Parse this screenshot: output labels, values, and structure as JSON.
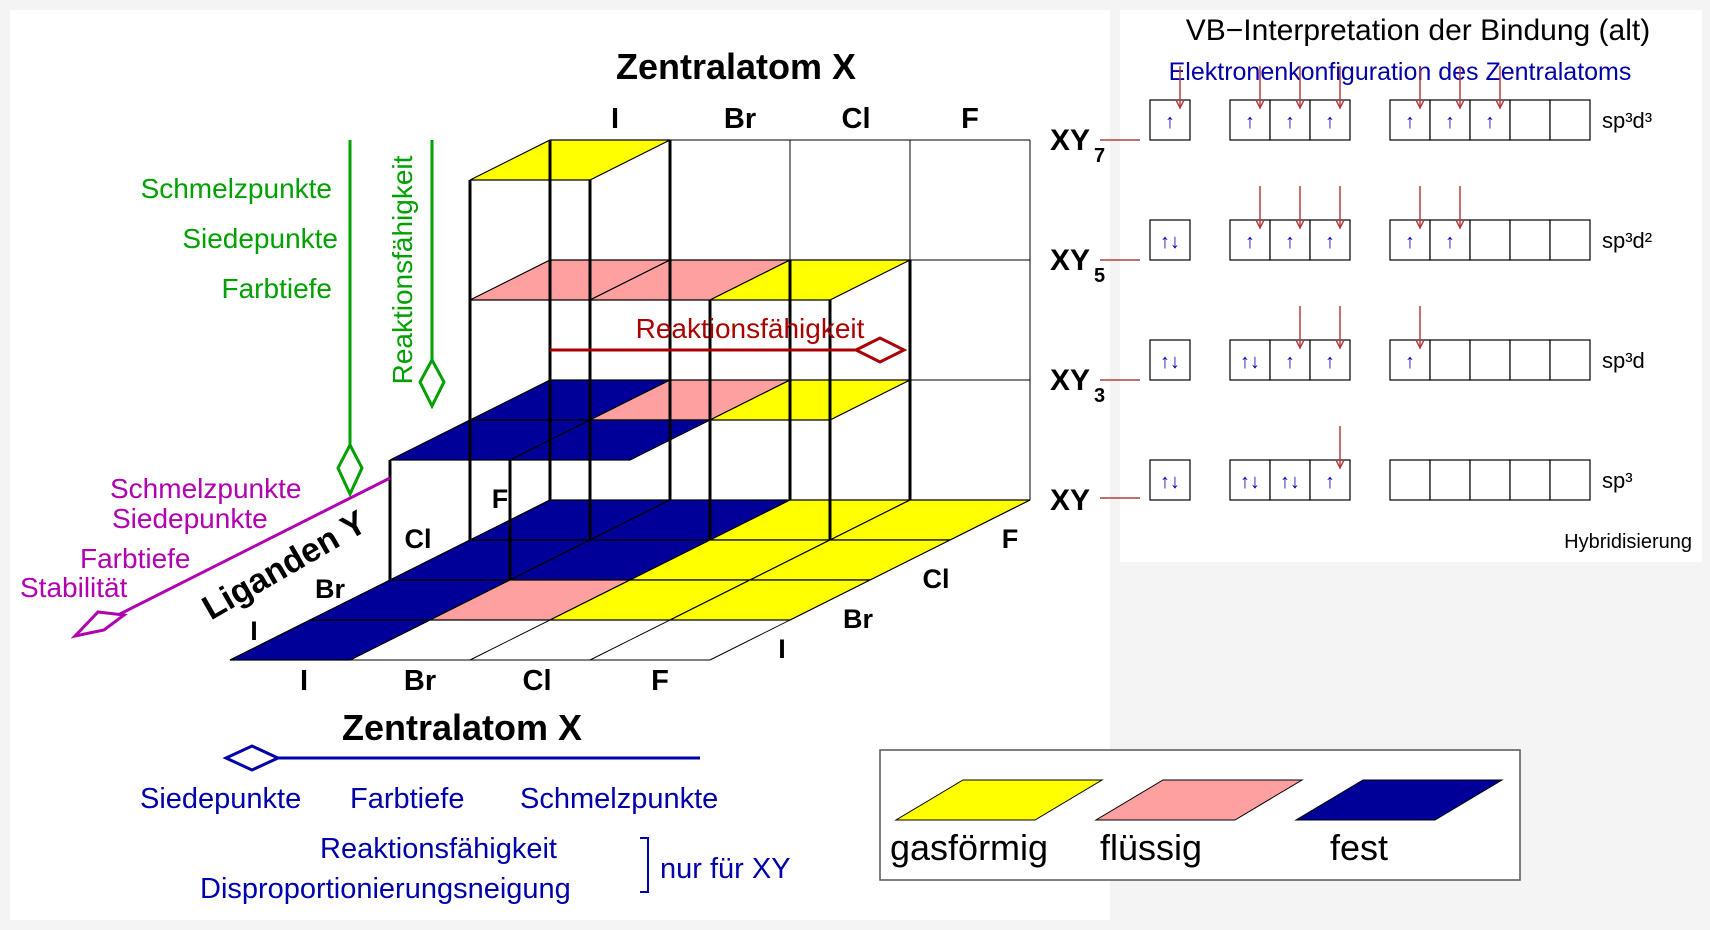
{
  "colors": {
    "gas": "#ffff00",
    "liquid": "#ffa0a0",
    "solid": "#000099",
    "green": "#00a000",
    "purple": "#b000b0",
    "darkred": "#aa0000",
    "blue": "#0000aa",
    "arrowred": "#b04040"
  },
  "top": {
    "title": "Zentralatom X",
    "cols": [
      "I",
      "Br",
      "Cl",
      "F"
    ]
  },
  "bottom": {
    "title": "Zentralatom X",
    "cols": [
      "I",
      "Br",
      "Cl",
      "F"
    ]
  },
  "depth": {
    "labels": [
      "I",
      "Br",
      "Cl",
      "F"
    ]
  },
  "ligands": {
    "title": "Liganden Y",
    "labels": [
      "I",
      "Br",
      "Cl",
      "F"
    ]
  },
  "rows": [
    "XY7",
    "XY5",
    "XY3",
    "XY"
  ],
  "green": {
    "items": [
      "Schmelzpunkte",
      "Siedepunkte",
      "Farbtiefe"
    ],
    "vertical": "Reaktionsfähigkeit"
  },
  "red": {
    "label": "Reaktionsfähigkeit"
  },
  "purple": {
    "items": [
      "Schmelzpunkte",
      "Siedepunkte",
      "Farbtiefe",
      "Stabilität"
    ]
  },
  "blue": {
    "items": [
      "Siedepunkte",
      "Farbtiefe",
      "Schmelzpunkte"
    ],
    "line1": "Reaktionsfähigkeit",
    "line2": "Disproportionierungsneigung",
    "note": "nur für XY"
  },
  "legend": {
    "gas": "gasförmig",
    "liquid": "flüssig",
    "solid": "fest"
  },
  "vb": {
    "title": "VB−Interpretation der Bindung (alt)",
    "subtitle": "Elektronenkonfiguration des Zentralatoms",
    "footer": "Hybridisierung",
    "rows": [
      {
        "label": "XY",
        "sub": "7",
        "s": [
          "↑"
        ],
        "p": [
          "↑",
          "↑",
          "↑"
        ],
        "d": [
          "↑",
          "↑",
          "↑",
          "",
          ""
        ],
        "hyb": "sp³d³"
      },
      {
        "label": "XY",
        "sub": "5",
        "s": [
          "↑↓"
        ],
        "p": [
          "↑",
          "↑",
          "↑"
        ],
        "d": [
          "↑",
          "↑",
          "",
          "",
          ""
        ],
        "hyb": "sp³d²"
      },
      {
        "label": "XY",
        "sub": "3",
        "s": [
          "↑↓"
        ],
        "p": [
          "↑↓",
          "↑",
          "↑"
        ],
        "d": [
          "↑",
          "",
          "",
          "",
          ""
        ],
        "hyb": "sp³d"
      },
      {
        "label": "XY",
        "sub": "",
        "s": [
          "↑↓"
        ],
        "p": [
          "↑↓",
          "↑↓",
          "↑"
        ],
        "d": [
          "",
          "",
          "",
          "",
          ""
        ],
        "hyb": "sp³"
      }
    ]
  }
}
